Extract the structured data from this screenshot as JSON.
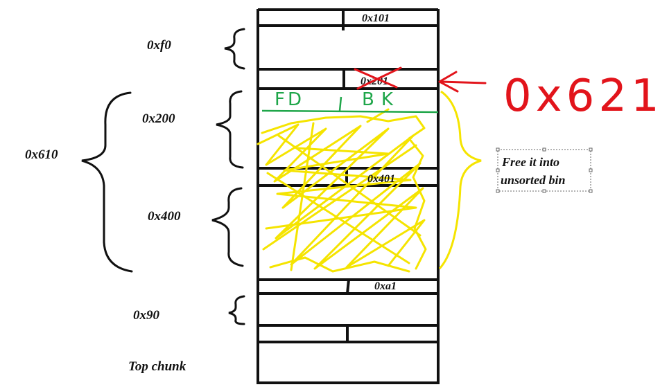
{
  "size_labels": {
    "chunk_0xf0": "0xf0",
    "chunk_0x200": "0x200",
    "merged_0x610": "0x610",
    "chunk_0x400": "0x400",
    "chunk_0x90": "0x90",
    "top_chunk": "Top chunk"
  },
  "chunk_headers": {
    "h1": "0x101",
    "h2_struck": "0x201",
    "h3": "0x401",
    "h4": "0xa1"
  },
  "annotations": {
    "new_size": "0x621",
    "fd": "FD",
    "bk": "BK",
    "note_line1": "Free it into",
    "note_line2": "unsorted bin"
  },
  "colors": {
    "ink": "#111111",
    "red": "#e2141b",
    "green": "#1fa64a",
    "yellow": "#f5e400"
  }
}
